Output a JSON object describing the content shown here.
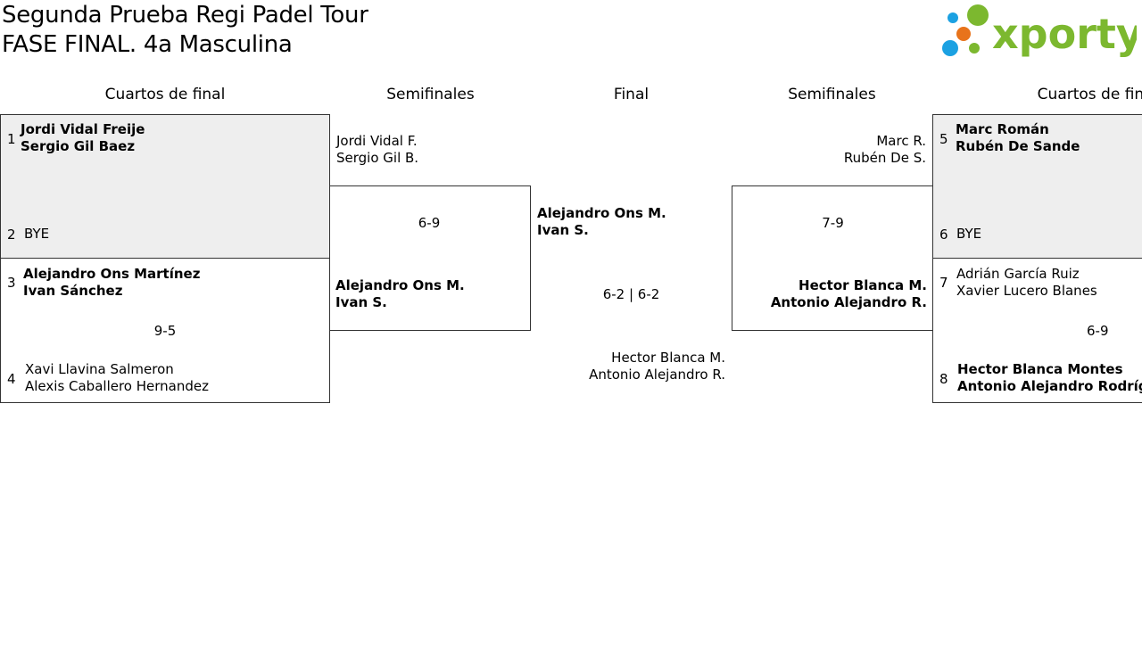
{
  "header": {
    "title_line1": "Segunda Prueba Regi Padel Tour",
    "title_line2": "FASE FINAL. 4a Masculina",
    "logo_text": "xporty"
  },
  "colors": {
    "logo_green": "#7cb82f",
    "dot_blue": "#1ba1e2",
    "dot_orange": "#e8731b",
    "match_bg": "#eeeeee"
  },
  "rounds": {
    "left_quarters": "Cuartos de final",
    "left_semis": "Semifinales",
    "final": "Final",
    "right_semis": "Semifinales",
    "right_quarters": "Cuartos de final"
  },
  "left_quarters": {
    "match1": {
      "seed_a": "1",
      "team_a": [
        "Jordi Vidal Freije",
        "Sergio Gil Baez"
      ],
      "seed_b": "2",
      "team_b": "BYE"
    },
    "match2": {
      "seed_a": "3",
      "team_a": [
        "Alejandro Ons Martínez",
        "Ivan Sánchez"
      ],
      "score": "9-5",
      "seed_b": "4",
      "team_b": [
        "Xavi Llavina Salmeron",
        "Alexis Caballero Hernandez"
      ]
    }
  },
  "left_semis": {
    "team_a": [
      "Jordi Vidal F.",
      "Sergio Gil B."
    ],
    "score": "6-9",
    "team_b": [
      "Alejandro Ons M.",
      "Ivan S."
    ]
  },
  "final": {
    "team_a": [
      "Alejandro Ons M.",
      "Ivan S."
    ],
    "score": "6-2 | 6-2",
    "team_b": [
      "Hector Blanca M.",
      "Antonio Alejandro R."
    ]
  },
  "right_semis": {
    "team_a": [
      "Marc R.",
      "Rubén De S."
    ],
    "score": "7-9",
    "team_b": [
      "Hector Blanca M.",
      "Antonio Alejandro R."
    ]
  },
  "right_quarters": {
    "match1": {
      "seed_a": "5",
      "team_a": [
        "Marc Román",
        "Rubén De Sande"
      ],
      "seed_b": "6",
      "team_b": "BYE"
    },
    "match2": {
      "seed_a": "7",
      "team_a": [
        "Adrián García Ruiz",
        "Xavier Lucero Blanes"
      ],
      "score": "6-9",
      "seed_b": "8",
      "team_b": [
        "Hector Blanca Montes",
        "Antonio Alejandro Rodrígue"
      ]
    }
  }
}
